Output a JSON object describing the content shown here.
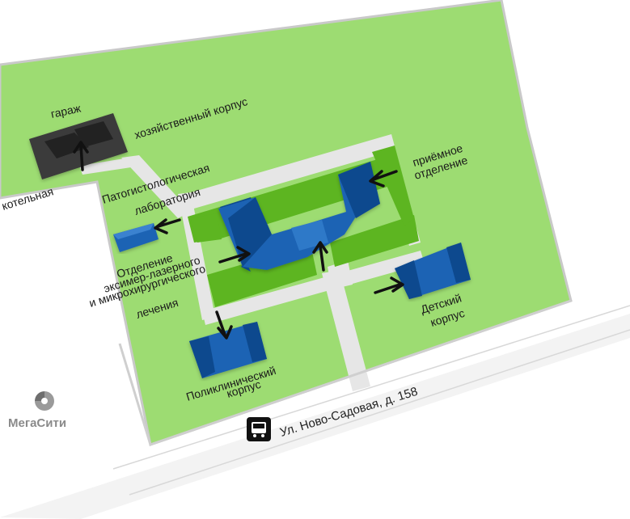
{
  "labels": {
    "garage": "гараж",
    "utility_building": "хозяйственный корпус",
    "boiler_room": "котельная",
    "pathology_lab_line1": "Патогистологическая",
    "pathology_lab_line2": "лаборатория",
    "reception_line1": "приёмное",
    "reception_line2": "отделение",
    "laser_dept_line1": "Отделение",
    "laser_dept_line2": "эксимер-лазерного",
    "laser_dept_line3": "и микрохирургического",
    "laser_dept_line4": "лечения",
    "childrens_line1": "Детский",
    "childrens_line2": "корпус",
    "polyclinic_line1": "Поликлинический",
    "polyclinic_line2": "корпус",
    "street": "Ул. Ново-Садовая, д. 158"
  },
  "logo": {
    "text": "МегаСити"
  },
  "icons": {
    "bus_stop": "bus-icon",
    "logo_mark": "megacity-logo-icon"
  },
  "colors": {
    "lawn": "#9ddc72",
    "inner_lawn": "#5db521",
    "path": "#e8e8e8",
    "building_blue": "#1e63b4",
    "building_dark": "#0f4a8e",
    "garage": "#3a3a3a",
    "road": "#f2f2f2"
  }
}
